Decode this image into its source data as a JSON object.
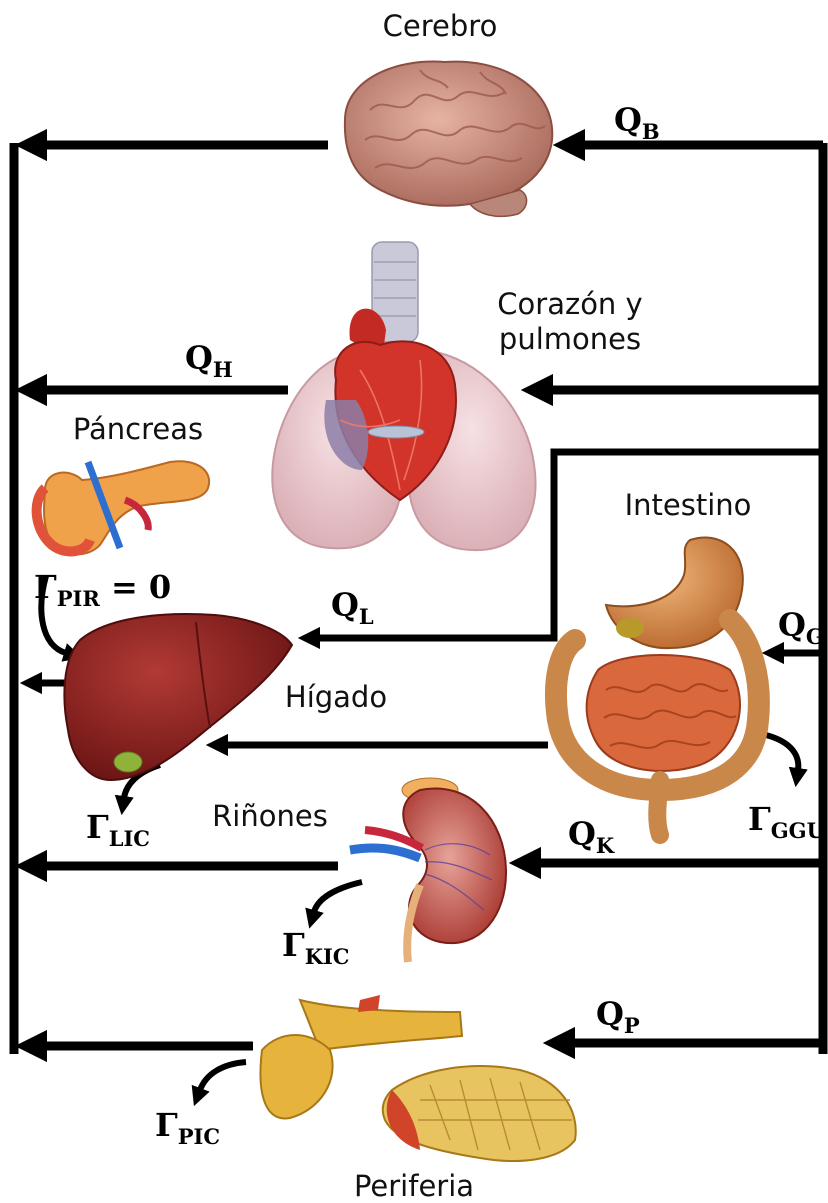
{
  "organs": {
    "brain": "Cerebro",
    "heart_lungs_line1": "Corazón y",
    "heart_lungs_line2": "pulmones",
    "pancreas": "Páncreas",
    "intestine": "Intestino",
    "liver": "Hígado",
    "kidneys": "Riñones",
    "periphery": "Periferia"
  },
  "flows": {
    "QB": {
      "main": "Q",
      "sub": "B"
    },
    "QH": {
      "main": "Q",
      "sub": "H"
    },
    "QL": {
      "main": "Q",
      "sub": "L"
    },
    "QG": {
      "main": "Q",
      "sub": "G"
    },
    "QK": {
      "main": "Q",
      "sub": "K"
    },
    "QP": {
      "main": "Q",
      "sub": "P"
    }
  },
  "rates": {
    "PIR": {
      "main": "Γ",
      "sub": "PIR",
      "suffix": " = 0"
    },
    "GGU": {
      "main": "Γ",
      "sub": "GGU"
    },
    "LIC": {
      "main": "Γ",
      "sub": "LIC"
    },
    "KIC": {
      "main": "Γ",
      "sub": "KIC"
    },
    "PIC": {
      "main": "Γ",
      "sub": "PIC"
    }
  },
  "colors": {
    "line": "#000000",
    "brain": "#c98b78",
    "lungs": "#e9c7cd",
    "heart": "#d2342a",
    "trachea": "#c9c9d9",
    "liver": "#8c1f1f",
    "gallbladder": "#8fb33a",
    "pancreas": "#f0a24a",
    "stomach": "#d98a4a",
    "intestine": "#d9683c",
    "colon": "#c9874a",
    "kidney": "#b8423a",
    "vein": "#2d6fd0",
    "artery": "#c8263c",
    "bone": "#e6b43c",
    "muscle": "#d0452a"
  }
}
